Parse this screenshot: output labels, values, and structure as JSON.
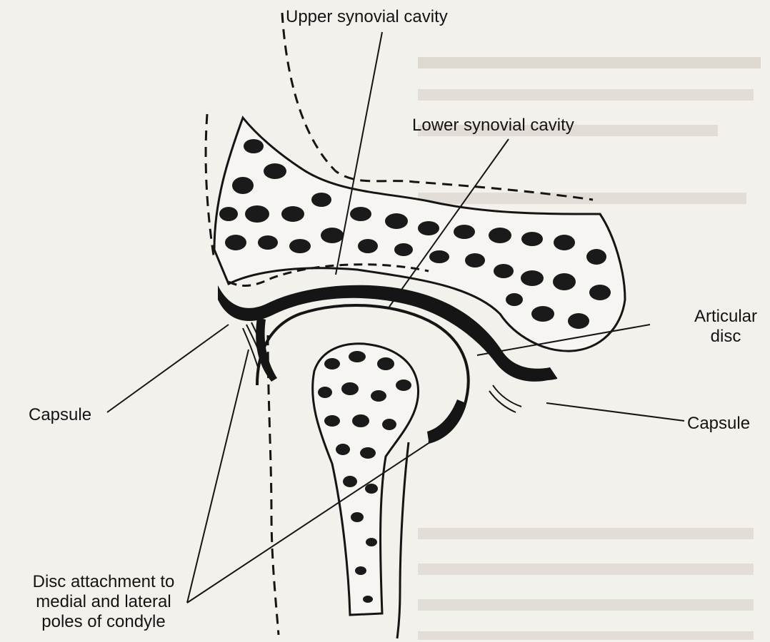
{
  "labels": {
    "upper_synovial_cavity": "Upper synovial cavity",
    "lower_synovial_cavity": "Lower synovial cavity",
    "articular_disc_line1": "Articular",
    "articular_disc_line2": "disc",
    "capsule_left": "Capsule",
    "capsule_right": "Capsule",
    "disc_attachment_line1": "Disc attachment to",
    "disc_attachment_line2": "medial and lateral",
    "disc_attachment_line3": "poles of condyle"
  },
  "colors": {
    "ink": "#151515",
    "paper": "#f3f1ec",
    "show_through": "#dedad2"
  }
}
